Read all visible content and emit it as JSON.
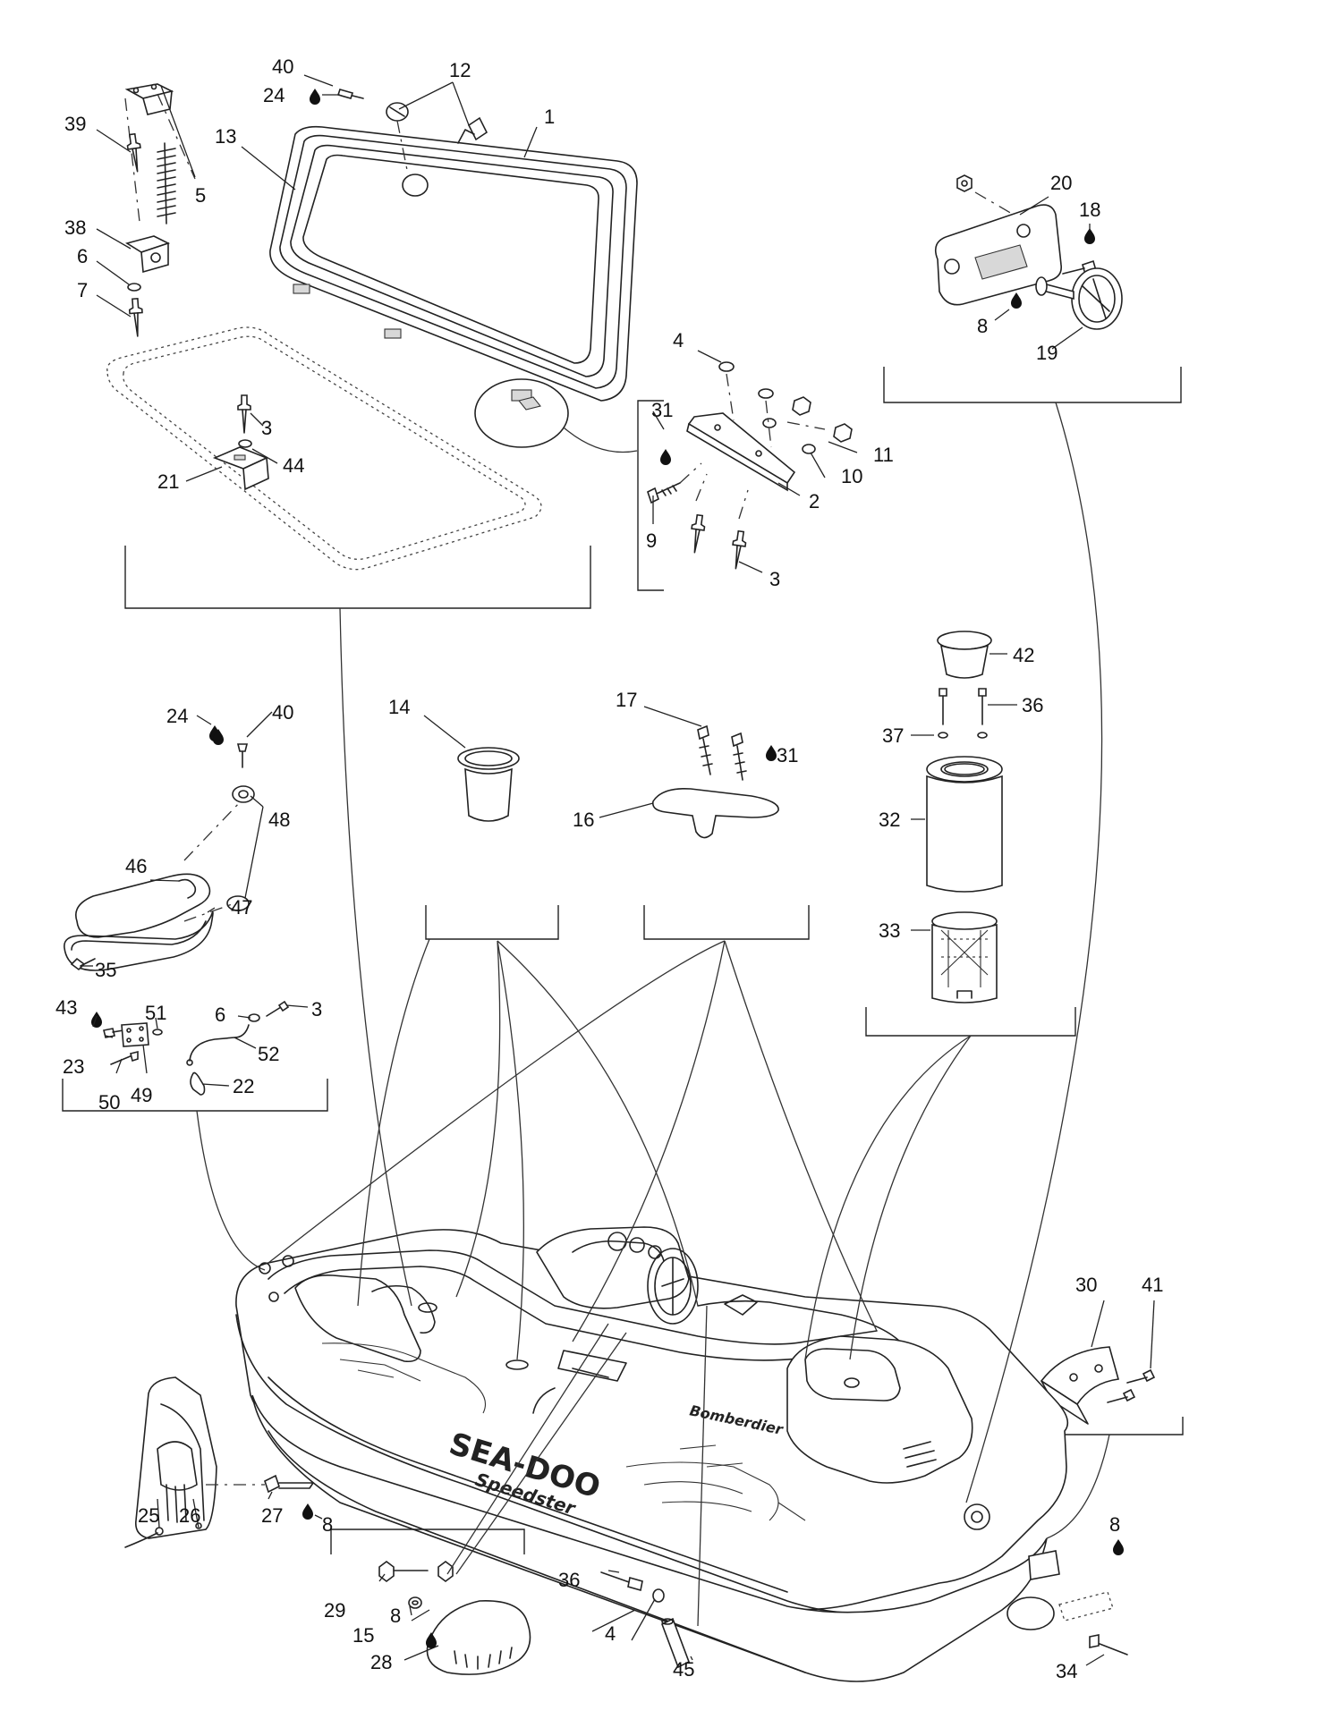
{
  "labels": [
    {
      "id": "1",
      "text": "1"
    },
    {
      "id": "2",
      "text": "2"
    },
    {
      "id": "3a",
      "text": "3"
    },
    {
      "id": "3b",
      "text": "3"
    },
    {
      "id": "3c",
      "text": "3"
    },
    {
      "id": "4a",
      "text": "4"
    },
    {
      "id": "4b",
      "text": "4"
    },
    {
      "id": "5",
      "text": "5"
    },
    {
      "id": "6a",
      "text": "6"
    },
    {
      "id": "6b",
      "text": "6"
    },
    {
      "id": "7",
      "text": "7"
    },
    {
      "id": "8a",
      "text": "8"
    },
    {
      "id": "8b",
      "text": "8"
    },
    {
      "id": "8c",
      "text": "8"
    },
    {
      "id": "8d",
      "text": "8"
    },
    {
      "id": "9",
      "text": "9"
    },
    {
      "id": "10",
      "text": "10"
    },
    {
      "id": "11",
      "text": "11"
    },
    {
      "id": "12",
      "text": "12"
    },
    {
      "id": "13",
      "text": "13"
    },
    {
      "id": "14",
      "text": "14"
    },
    {
      "id": "15",
      "text": "15"
    },
    {
      "id": "16",
      "text": "16"
    },
    {
      "id": "17",
      "text": "17"
    },
    {
      "id": "18",
      "text": "18"
    },
    {
      "id": "19",
      "text": "19"
    },
    {
      "id": "20",
      "text": "20"
    },
    {
      "id": "21",
      "text": "21"
    },
    {
      "id": "22",
      "text": "22"
    },
    {
      "id": "23",
      "text": "23"
    },
    {
      "id": "24a",
      "text": "24"
    },
    {
      "id": "24b",
      "text": "24"
    },
    {
      "id": "25",
      "text": "25"
    },
    {
      "id": "26",
      "text": "26"
    },
    {
      "id": "27",
      "text": "27"
    },
    {
      "id": "28",
      "text": "28"
    },
    {
      "id": "29",
      "text": "29"
    },
    {
      "id": "30",
      "text": "30"
    },
    {
      "id": "31a",
      "text": "31"
    },
    {
      "id": "31b",
      "text": "31"
    },
    {
      "id": "32",
      "text": "32"
    },
    {
      "id": "33",
      "text": "33"
    },
    {
      "id": "34",
      "text": "34"
    },
    {
      "id": "35",
      "text": "35"
    },
    {
      "id": "36a",
      "text": "36"
    },
    {
      "id": "36b",
      "text": "36"
    },
    {
      "id": "37",
      "text": "37"
    },
    {
      "id": "38",
      "text": "38"
    },
    {
      "id": "39",
      "text": "39"
    },
    {
      "id": "40a",
      "text": "40"
    },
    {
      "id": "40b",
      "text": "40"
    },
    {
      "id": "41",
      "text": "41"
    },
    {
      "id": "42",
      "text": "42"
    },
    {
      "id": "43",
      "text": "43"
    },
    {
      "id": "44",
      "text": "44"
    },
    {
      "id": "45",
      "text": "45"
    },
    {
      "id": "46",
      "text": "46"
    },
    {
      "id": "47",
      "text": "47"
    },
    {
      "id": "48",
      "text": "48"
    },
    {
      "id": "49",
      "text": "49"
    },
    {
      "id": "50",
      "text": "50"
    },
    {
      "id": "51",
      "text": "51"
    },
    {
      "id": "52",
      "text": "52"
    }
  ],
  "decals": {
    "brand": "SEA-DOO",
    "model": "Speedster",
    "maker": "Bomberdier"
  },
  "colors": {
    "line": "#222222",
    "background": "#ffffff"
  }
}
